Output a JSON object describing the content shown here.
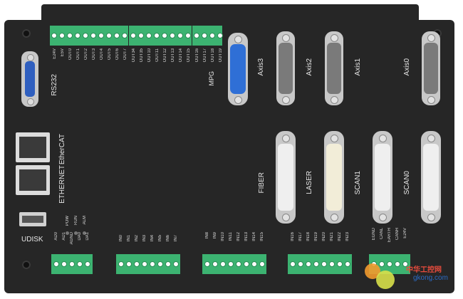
{
  "labels": {
    "rs232": "RS232",
    "ethercat": "EtherCAT",
    "ethernet": "ETHERNET",
    "udisk": "UDISK",
    "mpg": "MPG",
    "axis3": "Axis3",
    "axis2": "Axis2",
    "axis1": "Axis1",
    "axis0": "Axis0",
    "fiber": "FIBER",
    "laser": "LASER",
    "scan1": "SCAN1",
    "scan0": "SCAN0",
    "leds": [
      "POW",
      "RUN",
      "ALM"
    ]
  },
  "top_pins": {
    "block1": [
      "E24V",
      "E5V",
      "OUT0",
      "OUT1",
      "OUT2",
      "OUT3",
      "OUT4",
      "OUT5",
      "OUT6",
      "OUT7"
    ],
    "block2": [
      "OUT34",
      "OUT35",
      "OUT10",
      "OUT11",
      "OUT12",
      "OUT13",
      "OUT14",
      "OUT15"
    ],
    "block3": [
      "OUT16",
      "OUT17",
      "OUT18",
      "OUT19"
    ]
  },
  "bottom_pins": {
    "block1": [
      "AD0",
      "AD1",
      "AGND",
      "DA0",
      "DA1"
    ],
    "block2": [
      "IN0",
      "IN1",
      "IN2",
      "IN3",
      "IN4",
      "IN5",
      "IN6",
      "IN7"
    ],
    "block3": [
      "IN8",
      "IN9",
      "IN10",
      "IN11",
      "IN12",
      "IN13",
      "IN14",
      "IN15"
    ],
    "block4": [
      "IN16",
      "IN17",
      "IN18",
      "IN19",
      "IN20",
      "IN21",
      "IN22",
      "IN23"
    ],
    "block5": [
      "EGND",
      "CANL",
      "EARTH",
      "CANH",
      "E24V"
    ]
  },
  "watermark": {
    "cn": "中华工控网",
    "url": "gkong.com"
  },
  "colors": {
    "body": "#262626",
    "terminal": "#3cb371",
    "connector_blue": "#2f6fd6",
    "db_metal": "#c8c8c8"
  }
}
